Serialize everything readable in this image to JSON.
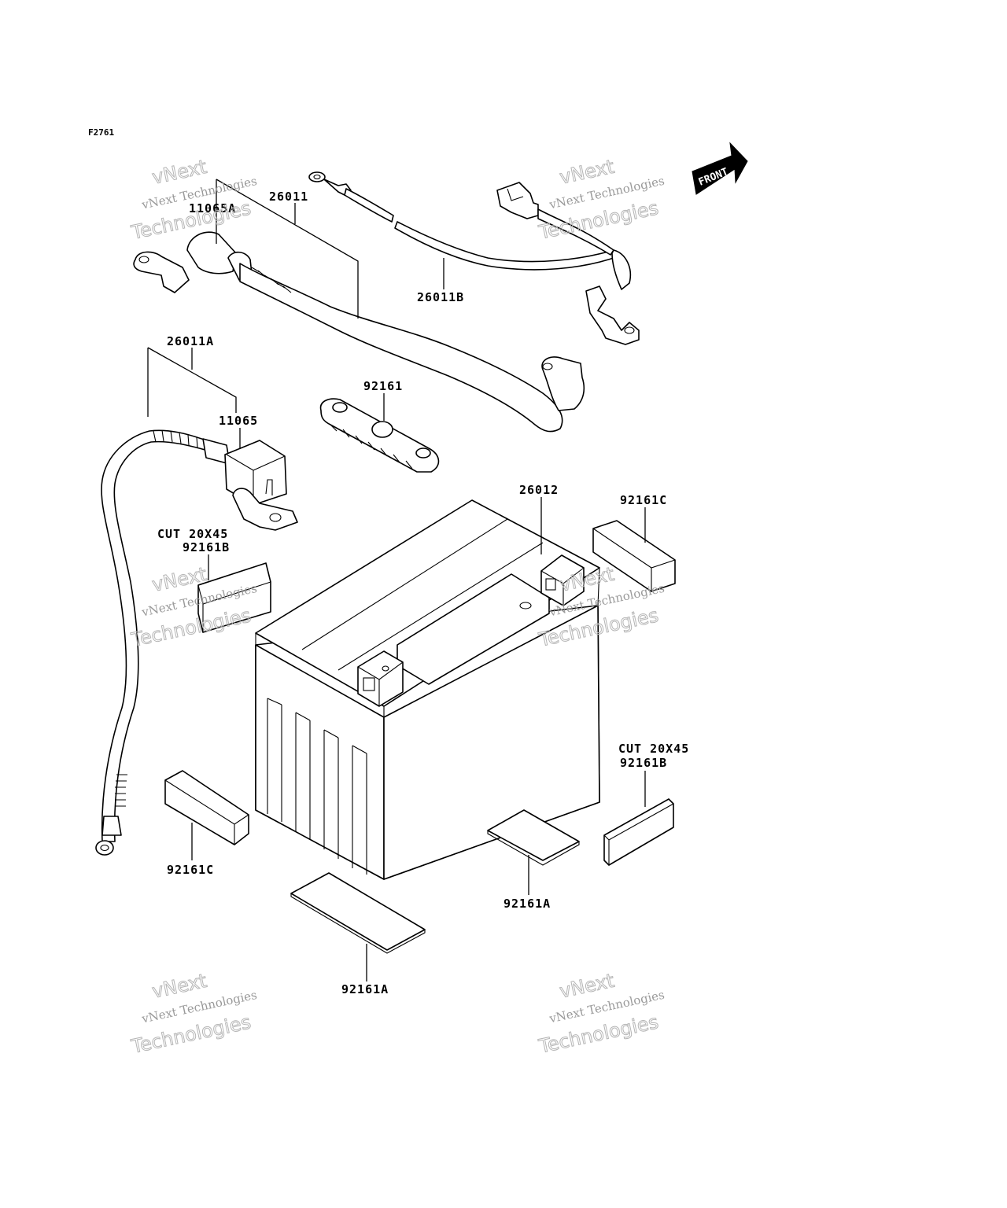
{
  "diagram_code": "F2761",
  "front_label": "FRONT",
  "labels": {
    "p11065A": "11065A",
    "p26011": "26011",
    "p26011B": "26011B",
    "p26011A": "26011A",
    "p92161_top": "92161",
    "p11065": "11065",
    "p26012": "26012",
    "p92161C_right": "92161C",
    "cut_left": "CUT 20X45",
    "p92161B_left": "92161B",
    "cut_right": "CUT 20X45",
    "p92161B_right": "92161B",
    "p92161C_left": "92161C",
    "p92161A_right": "92161A",
    "p92161A_bottom": "92161A"
  },
  "watermark": {
    "line1": "vNext Technologies",
    "line2": "vNext",
    "line3": "Technologies"
  }
}
